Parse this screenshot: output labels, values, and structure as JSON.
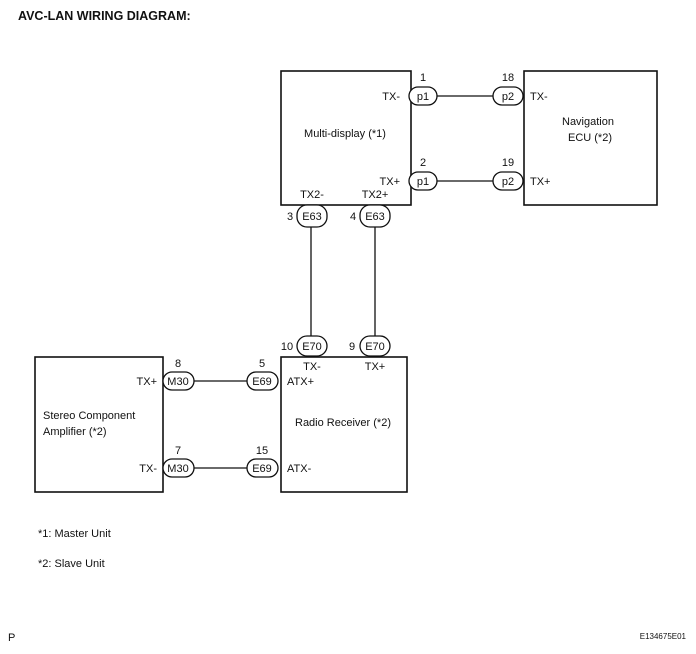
{
  "title": "AVC-LAN WIRING DIAGRAM:",
  "footer": {
    "left": "P",
    "right": "E134675E01"
  },
  "notes": [
    "*1: Master Unit",
    "*2: Slave Unit"
  ],
  "components": {
    "multi_display": "Multi-display (*1)",
    "navigation_ecu_line1": "Navigation",
    "navigation_ecu_line2": "ECU (*2)",
    "radio_receiver": "Radio Receiver (*2)",
    "stereo_amp_line1": "Stereo Component",
    "stereo_amp_line2": "Amplifier (*2)"
  },
  "connectors": {
    "md_p1_top": {
      "code": "p1",
      "pin": "1",
      "terminal": "TX-"
    },
    "md_p1_bot": {
      "code": "p1",
      "pin": "2",
      "terminal": "TX+"
    },
    "nav_p2_top": {
      "code": "p2",
      "pin": "18",
      "terminal": "TX-"
    },
    "nav_p2_bot": {
      "code": "p2",
      "pin": "19",
      "terminal": "TX+"
    },
    "md_e63_left": {
      "code": "E63",
      "pin": "3",
      "terminal": "TX2-"
    },
    "md_e63_right": {
      "code": "E63",
      "pin": "4",
      "terminal": "TX2+"
    },
    "rr_e70_left": {
      "code": "E70",
      "pin": "10",
      "terminal": "TX-"
    },
    "rr_e70_right": {
      "code": "E70",
      "pin": "9",
      "terminal": "TX+"
    },
    "amp_m30_top": {
      "code": "M30",
      "pin": "8",
      "terminal": "TX+"
    },
    "amp_m30_bot": {
      "code": "M30",
      "pin": "7",
      "terminal": "TX-"
    },
    "rr_e69_top": {
      "code": "E69",
      "pin": "5",
      "terminal": "ATX+"
    },
    "rr_e69_bot": {
      "code": "E69",
      "pin": "15",
      "terminal": "ATX-"
    }
  }
}
